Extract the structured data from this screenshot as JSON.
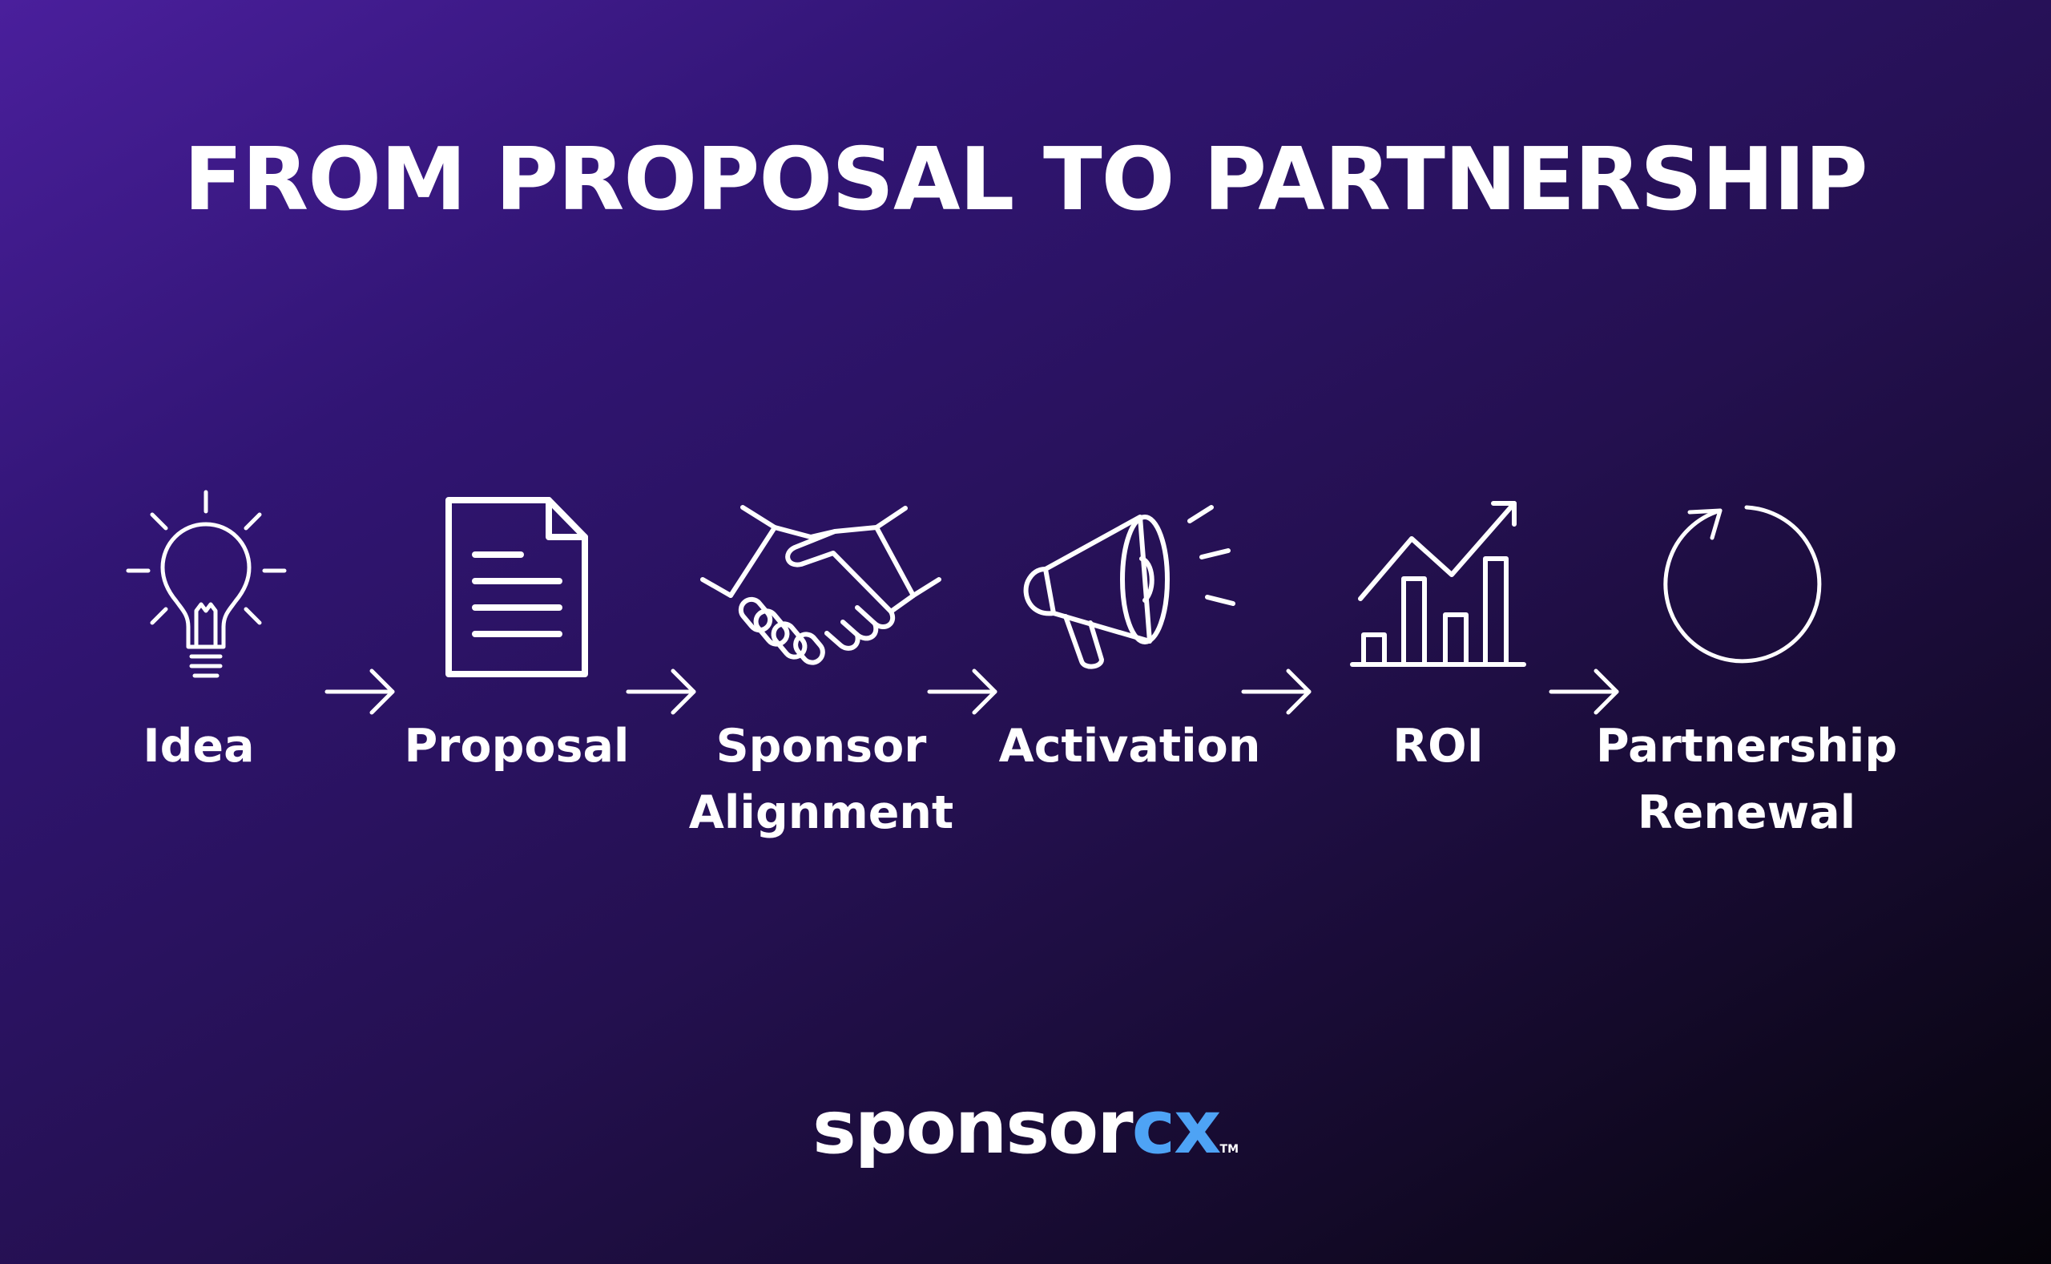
{
  "title": "FROM PROPOSAL TO PARTNERSHIP",
  "steps": [
    {
      "icon": "lightbulb-icon",
      "line1": "Idea",
      "line2": ""
    },
    {
      "icon": "document-icon",
      "line1": "Proposal",
      "line2": ""
    },
    {
      "icon": "handshake-icon",
      "line1": "Sponsor",
      "line2": "Alignment"
    },
    {
      "icon": "megaphone-icon",
      "line1": "Activation",
      "line2": ""
    },
    {
      "icon": "growth-chart-icon",
      "line1": "ROI",
      "line2": ""
    },
    {
      "icon": "renew-cycle-icon",
      "line1": "Partnership",
      "line2": "Renewal"
    }
  ],
  "logo": {
    "word": "sponsor",
    "accent": "cx",
    "tm": "TM",
    "accent_color": "#4ea3f5"
  },
  "colors": {
    "background_start": "#4a1f9c",
    "background_end": "#050309",
    "foreground": "#ffffff"
  }
}
